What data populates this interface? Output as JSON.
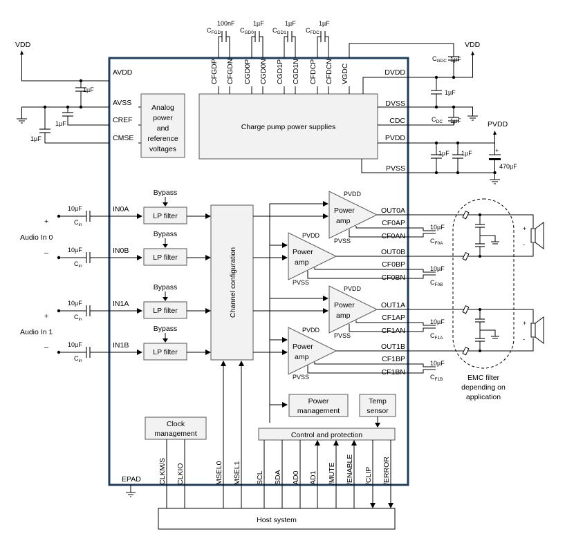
{
  "supplies": {
    "vdd_left": "VDD",
    "vdd_right": "VDD",
    "pvdd_right": "PVDD"
  },
  "left_pins": {
    "avdd": "AVDD",
    "avss": "AVSS",
    "cref": "CREF",
    "cmse": "CMSE"
  },
  "left_caps": {
    "c1": "1µF",
    "c2": "1µF",
    "c3": "1µF"
  },
  "analog_block": {
    "lines": [
      "Analog",
      "power",
      "and",
      "reference",
      "voltages"
    ]
  },
  "chargepump_block": {
    "label": "Charge pump power supplies"
  },
  "top_pins": [
    "CFGDP",
    "CFGDN",
    "CGD0P",
    "CGD0N",
    "CGD1P",
    "CGD1N",
    "CFDCP",
    "CFDCN",
    "VGDC"
  ],
  "top_caps": [
    {
      "value": "100nF",
      "name": "C",
      "sub": "FGD"
    },
    {
      "value": "1µF",
      "name": "C",
      "sub": "GD0"
    },
    {
      "value": "1µF",
      "name": "C",
      "sub": "GD1"
    },
    {
      "value": "1µF",
      "name": "C",
      "sub": "FDC"
    }
  ],
  "right_pins": {
    "dvdd": "DVDD",
    "dvss": "DVSS",
    "cdc": "CDC",
    "pvdd": "PVDD",
    "pvss": "PVSS"
  },
  "right_caps": {
    "cgdc": {
      "name": "C",
      "sub": "GDC",
      "value": "1µF"
    },
    "dvdd": "1µF",
    "cdc": {
      "name": "C",
      "sub": "DC",
      "value": "1µF"
    },
    "pvdd1": "1µF",
    "pvdd2": "1µF",
    "pvdd_bulk": "470µF",
    "bulk_plus": "+"
  },
  "audio": {
    "in0": "Audio In 0",
    "in1": "Audio In 1",
    "plus": "+",
    "minus": "–"
  },
  "inputs": [
    {
      "pin": "IN0A",
      "cap": "10µF",
      "cname": "C",
      "csub": "in",
      "bypass": "Bypass",
      "filter": "LP filter"
    },
    {
      "pin": "IN0B",
      "cap": "10µF",
      "cname": "C",
      "csub": "in",
      "bypass": "Bypass",
      "filter": "LP filter"
    },
    {
      "pin": "IN1A",
      "cap": "10µF",
      "cname": "C",
      "csub": "in",
      "bypass": "Bypass",
      "filter": "LP filter"
    },
    {
      "pin": "IN1B",
      "cap": "10µF",
      "cname": "C",
      "csub": "in",
      "bypass": "Bypass",
      "filter": "LP filter"
    }
  ],
  "channel_config": "Channel configuration",
  "amps": [
    {
      "lines": [
        "Power",
        "amp"
      ],
      "pvdd": "PVDD",
      "pvss": "PVSS",
      "out": "OUT0A",
      "cfp": "CF0AP",
      "cfn": "CF0AN",
      "cap": "10µF",
      "cname": "C",
      "csub": "F0A"
    },
    {
      "lines": [
        "Power",
        "amp"
      ],
      "pvdd": "PVDD",
      "pvss": "PVSS",
      "out": "OUT0B",
      "cfp": "CF0BP",
      "cfn": "CF0BN",
      "cap": "10µF",
      "cname": "C",
      "csub": "F0B"
    },
    {
      "lines": [
        "Power",
        "amp"
      ],
      "pvdd": "PVDD",
      "pvss": "PVSS",
      "out": "OUT1A",
      "cfp": "CF1AP",
      "cfn": "CF1AN",
      "cap": "10µF",
      "cname": "C",
      "csub": "F1A"
    },
    {
      "lines": [
        "Power",
        "amp"
      ],
      "pvdd": "PVDD",
      "pvss": "PVSS",
      "out": "OUT1B",
      "cfp": "CF1BP",
      "cfn": "CF1BN",
      "cap": "10µF",
      "cname": "C",
      "csub": "F1B"
    }
  ],
  "speaker": {
    "plus": "+",
    "minus": "-"
  },
  "emc": {
    "lines": [
      "EMC filter",
      "depending on",
      "application"
    ]
  },
  "power_mgmt": {
    "lines": [
      "Power",
      "management"
    ]
  },
  "temp_sensor": {
    "lines": [
      "Temp",
      "sensor"
    ]
  },
  "clock_mgmt": {
    "lines": [
      "Clock",
      "management"
    ]
  },
  "control": "Control and protection",
  "bottom_pins": [
    "CLKM/S",
    "CLKIO",
    "MSEL0",
    "MSEL1",
    "SCL",
    "SDA",
    "AD0",
    "AD1",
    "/MUTE",
    "/ENABLE",
    "/CLIP",
    "/ERROR"
  ],
  "epad": "EPAD",
  "host": "Host system",
  "colors": {
    "chip_border": "#1f3f5f",
    "block_fill": "#f2f2f2"
  }
}
